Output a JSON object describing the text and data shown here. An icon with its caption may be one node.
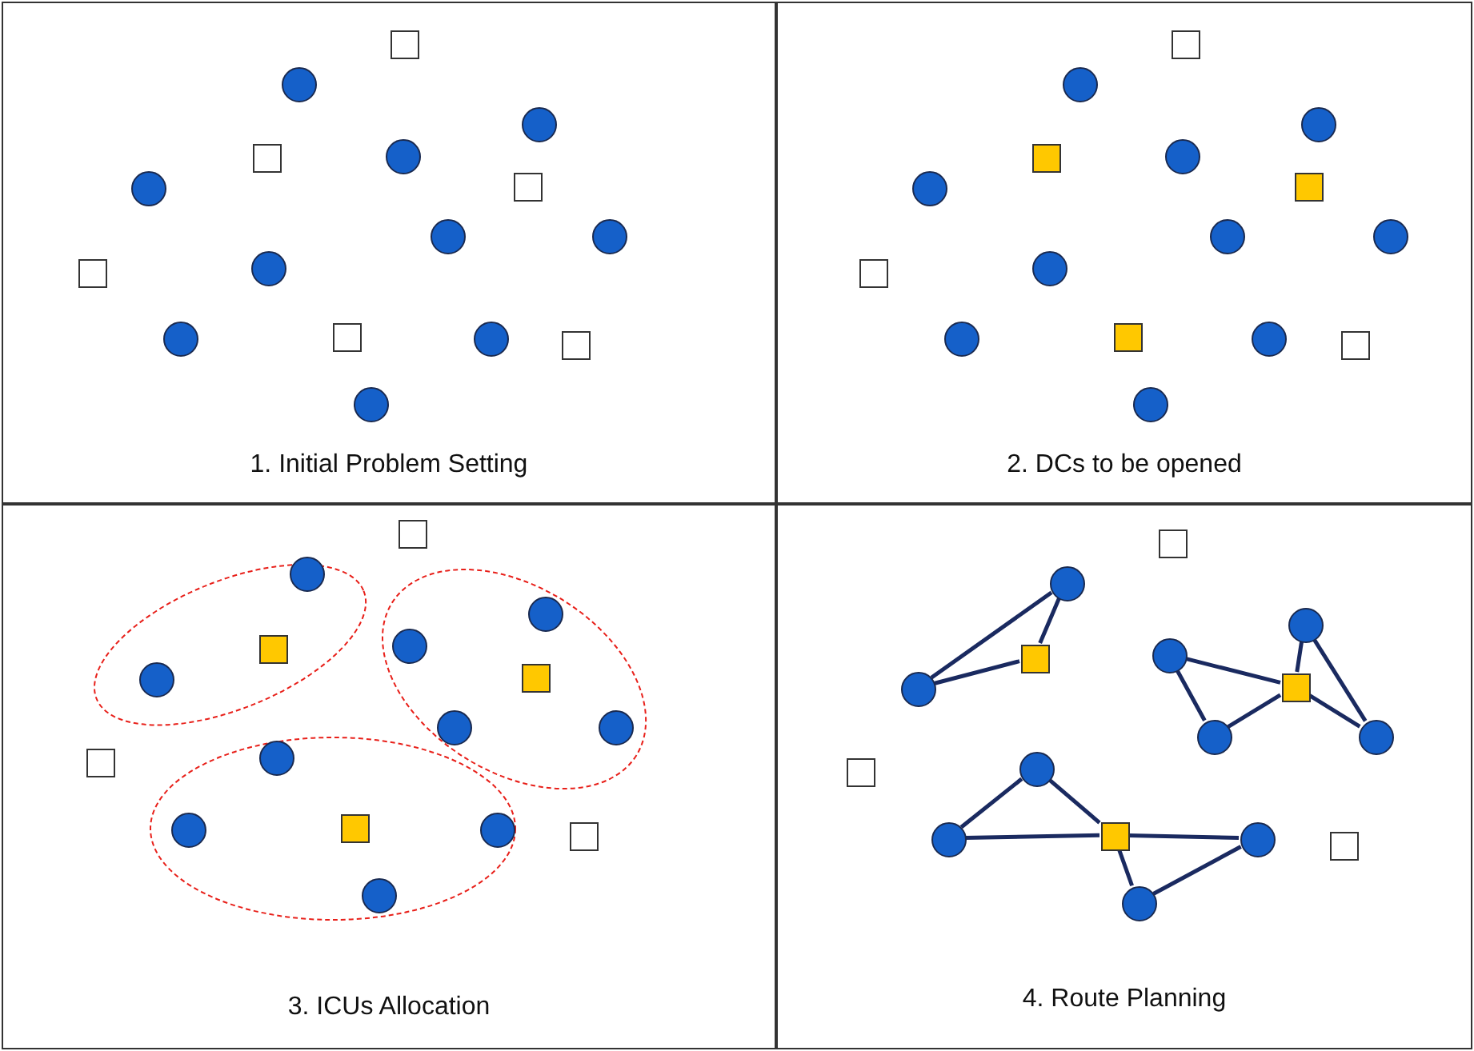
{
  "diagram": {
    "nodes": [
      {
        "text": [
          "1. Initial Problem Setting"
        ]
      },
      {
        "text": [
          "2. DCs to be opened"
        ]
      },
      {
        "text": [
          "3. ICUs Allocation"
        ]
      },
      {
        "text": [
          "4. Route Planning"
        ]
      },
      {
        "text": [],
        "shape": "box",
        "in": 0
      },
      {
        "text": [],
        "shape": "circle",
        "in": 0
      },
      {
        "text": [],
        "shape": "circle",
        "in": 0
      },
      {
        "text": [],
        "shape": "circle",
        "in": 0
      },
      {
        "text": [],
        "shape": "box",
        "in": 0
      },
      {
        "text": [],
        "shape": "box",
        "in": 0
      },
      {
        "text": [],
        "shape": "circle",
        "in": 0
      },
      {
        "text": [],
        "shape": "circle",
        "in": 0
      },
      {
        "text": [],
        "shape": "circle",
        "in": 0
      },
      {
        "text": [],
        "shape": "circle",
        "in": 0
      },
      {
        "text": [],
        "shape": "box",
        "in": 0
      },
      {
        "text": [],
        "shape": "circle",
        "in": 0
      },
      {
        "text": [],
        "shape": "box",
        "in": 0
      },
      {
        "text": [],
        "shape": "circle",
        "in": 0
      },
      {
        "text": [],
        "shape": "box",
        "in": 0
      },
      {
        "text": [],
        "shape": "circle",
        "in": 0
      },
      {
        "text": [],
        "shape": "box",
        "in": 1
      },
      {
        "text": [],
        "shape": "circle",
        "in": 1
      },
      {
        "text": [],
        "shape": "circle",
        "in": 1
      },
      {
        "text": [],
        "shape": "circle",
        "in": 1
      },
      {
        "text": [],
        "shape": "box",
        "in": 1
      },
      {
        "text": [],
        "shape": "box",
        "in": 1
      },
      {
        "text": [],
        "shape": "circle",
        "in": 1
      },
      {
        "text": [],
        "shape": "circle",
        "in": 1
      },
      {
        "text": [],
        "shape": "circle",
        "in": 1
      },
      {
        "text": [],
        "shape": "circle",
        "in": 1
      },
      {
        "text": [],
        "shape": "box",
        "in": 1
      },
      {
        "text": [],
        "shape": "circle",
        "in": 1
      },
      {
        "text": [],
        "shape": "box",
        "in": 1
      },
      {
        "text": [],
        "shape": "circle",
        "in": 1
      },
      {
        "text": [],
        "shape": "box",
        "in": 1
      },
      {
        "text": [],
        "shape": "circle",
        "in": 1
      },
      {
        "text": [],
        "shape": "box",
        "in": 2
      },
      {
        "text": [],
        "shape": "ellipse",
        "in": 2
      },
      {
        "text": [],
        "shape": "circle",
        "in": 37
      },
      {
        "text": [],
        "shape": "box",
        "in": 37
      },
      {
        "text": [],
        "shape": "circle",
        "in": 37
      },
      {
        "text": [],
        "shape": "ellipse",
        "in": 2
      },
      {
        "text": [],
        "shape": "circle",
        "in": 41
      },
      {
        "text": [],
        "shape": "circle",
        "in": 41
      },
      {
        "text": [],
        "shape": "box",
        "in": 41
      },
      {
        "text": [],
        "shape": "circle",
        "in": 41
      },
      {
        "text": [],
        "shape": "circle",
        "in": 41
      },
      {
        "text": [],
        "shape": "box",
        "in": 2
      },
      {
        "text": [],
        "shape": "ellipse",
        "in": 2
      },
      {
        "text": [],
        "shape": "circle",
        "in": 48
      },
      {
        "text": [],
        "shape": "circle",
        "in": 48
      },
      {
        "text": [],
        "shape": "box",
        "in": 48
      },
      {
        "text": [],
        "shape": "circle",
        "in": 48
      },
      {
        "text": [],
        "shape": "circle",
        "in": 48
      },
      {
        "text": [],
        "shape": "box",
        "in": 2
      },
      {
        "text": [],
        "shape": "box",
        "in": 3
      },
      {
        "text": [],
        "shape": "circle",
        "in": 3
      },
      {
        "text": [],
        "shape": "circle",
        "in": 3
      },
      {
        "text": [],
        "shape": "circle",
        "in": 3
      },
      {
        "text": [],
        "shape": "box",
        "in": 3
      },
      {
        "text": [],
        "shape": "box",
        "in": 3
      },
      {
        "text": [],
        "shape": "circle",
        "in": 3
      },
      {
        "text": [],
        "shape": "circle",
        "in": 3
      },
      {
        "text": [],
        "shape": "circle",
        "in": 3
      },
      {
        "text": [],
        "shape": "circle",
        "in": 3
      },
      {
        "text": [],
        "shape": "box",
        "in": 3
      },
      {
        "text": [],
        "shape": "box",
        "in": 3
      },
      {
        "text": [],
        "shape": "circle",
        "in": 3
      },
      {
        "text": [],
        "shape": "circle",
        "in": 3
      },
      {
        "text": [],
        "shape": "box",
        "in": 3
      },
      {
        "text": [],
        "shape": "circle",
        "in": 3
      }
    ],
    "edges": [
      {
        "from": 56,
        "to": 59,
        "arrow": "none"
      },
      {
        "from": 59,
        "to": 61,
        "arrow": "none"
      },
      {
        "from": 61,
        "to": 56,
        "arrow": "none"
      },
      {
        "from": 58,
        "to": 60,
        "arrow": "none"
      },
      {
        "from": 58,
        "to": 62,
        "arrow": "none"
      },
      {
        "from": 62,
        "to": 60,
        "arrow": "none"
      },
      {
        "from": 60,
        "to": 57,
        "arrow": "none"
      },
      {
        "from": 57,
        "to": 63,
        "arrow": "none"
      },
      {
        "from": 63,
        "to": 60,
        "arrow": "none"
      },
      {
        "from": 64,
        "to": 67,
        "arrow": "none"
      },
      {
        "from": 67,
        "to": 66,
        "arrow": "none"
      },
      {
        "from": 66,
        "to": 64,
        "arrow": "none"
      },
      {
        "from": 66,
        "to": 68,
        "arrow": "none"
      },
      {
        "from": 68,
        "to": 70,
        "arrow": "none"
      },
      {
        "from": 70,
        "to": 66,
        "arrow": "none"
      }
    ]
  }
}
